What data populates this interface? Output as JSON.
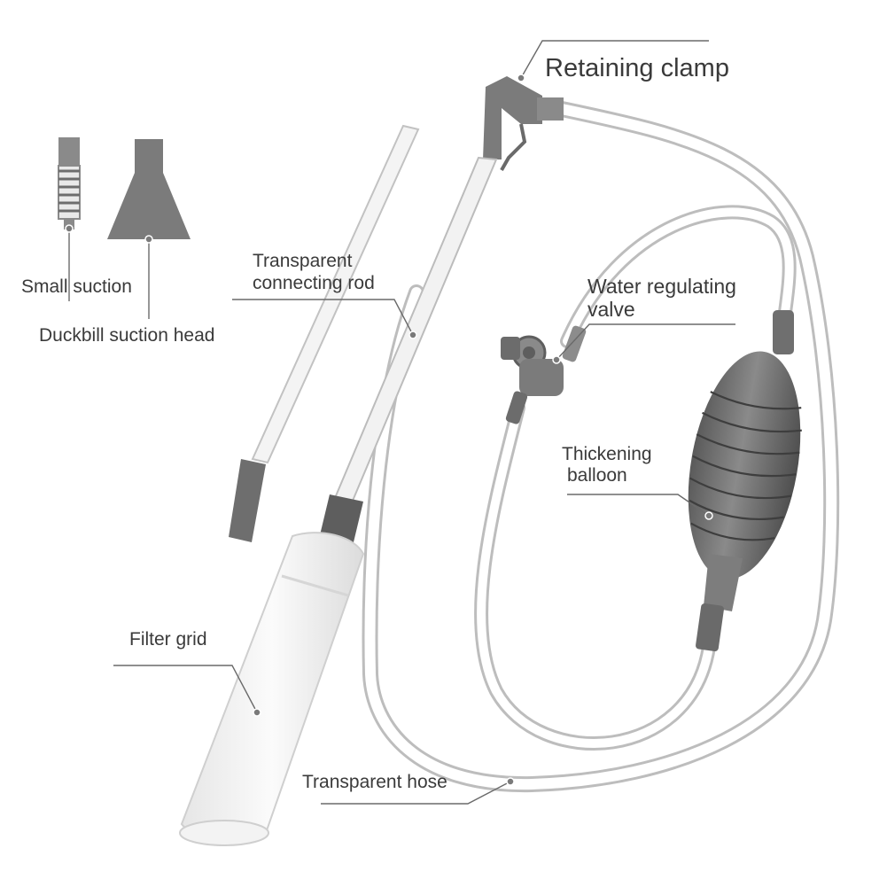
{
  "labels": {
    "retaining_clamp": "Retaining clamp",
    "small_suction": "Small suction",
    "duckbill_suction_head": "Duckbill suction head",
    "transparent_connecting_rod_line1": "Transparent",
    "transparent_connecting_rod_line2": "connecting rod",
    "water_regulating_valve_line1": "Water regulating",
    "water_regulating_valve_line2": "valve",
    "thickening_balloon_line1": "Thickening",
    "thickening_balloon_line2": "balloon",
    "filter_grid": "Filter grid",
    "transparent_hose": "Transparent hose"
  },
  "colors": {
    "part_gray": "#7b7b7b",
    "part_dark": "#5e5e5e",
    "tube_outline": "#bdbdbd",
    "label_text": "#3a3a3a",
    "background": "#ffffff"
  }
}
